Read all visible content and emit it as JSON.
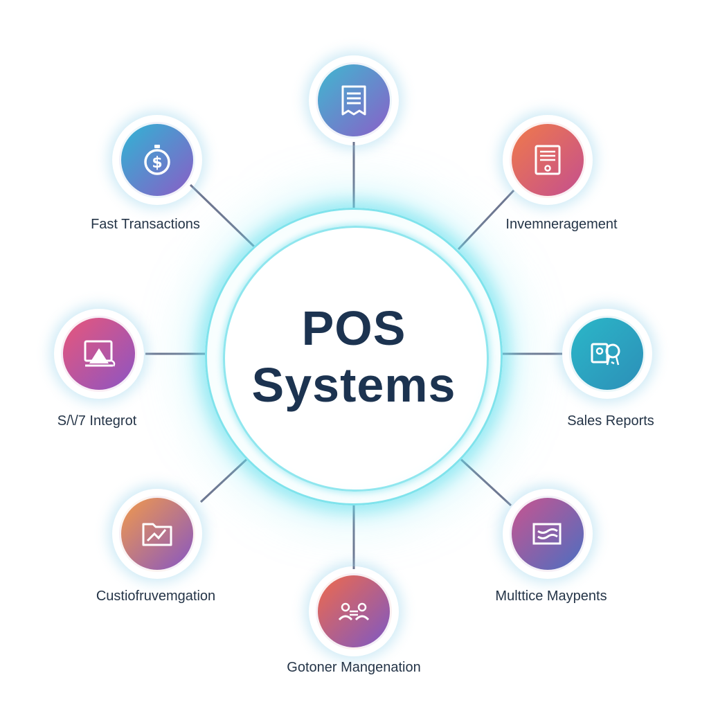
{
  "center": {
    "line1": "POS",
    "line2": "Systems"
  },
  "nodes": [
    {
      "id": "top",
      "label": "",
      "icon": "receipt-icon",
      "gradient": [
        "#3fb8d0",
        "#8a5fc8"
      ]
    },
    {
      "id": "top-left",
      "label": "Fast Transactions",
      "icon": "dollar-coin-icon",
      "gradient": [
        "#2fb5d4",
        "#8b5cc6"
      ]
    },
    {
      "id": "top-right",
      "label": "Invemnerag​ement",
      "icon": "document-list-icon",
      "gradient": [
        "#f07a4a",
        "#c44f8f"
      ]
    },
    {
      "id": "left",
      "label": "S/\\/7 Integrot",
      "icon": "monitor-triangle-icon",
      "gradient": [
        "#e8567a",
        "#8c55c4"
      ]
    },
    {
      "id": "right",
      "label": "Sales Reports",
      "icon": "chart-people-icon",
      "gradient": [
        "#2bb7c8",
        "#2c8fb8"
      ]
    },
    {
      "id": "bottom-left",
      "label": "Custiofruvemgation",
      "icon": "folder-chart-icon",
      "gradient": [
        "#f29a4a",
        "#8656c4"
      ]
    },
    {
      "id": "bottom-right",
      "label": "Multtice Maypents",
      "icon": "open-book-icon",
      "gradient": [
        "#c9548f",
        "#4b6fc2"
      ]
    },
    {
      "id": "bottom",
      "label": "Gotoner Mangenation",
      "icon": "customers-icon",
      "gradient": [
        "#f06a4a",
        "#7c58c6"
      ]
    }
  ],
  "colors": {
    "title": "#1c3350",
    "hub_glow": "#7fe3ec",
    "connector": "#6e7690",
    "label": "#243447"
  }
}
